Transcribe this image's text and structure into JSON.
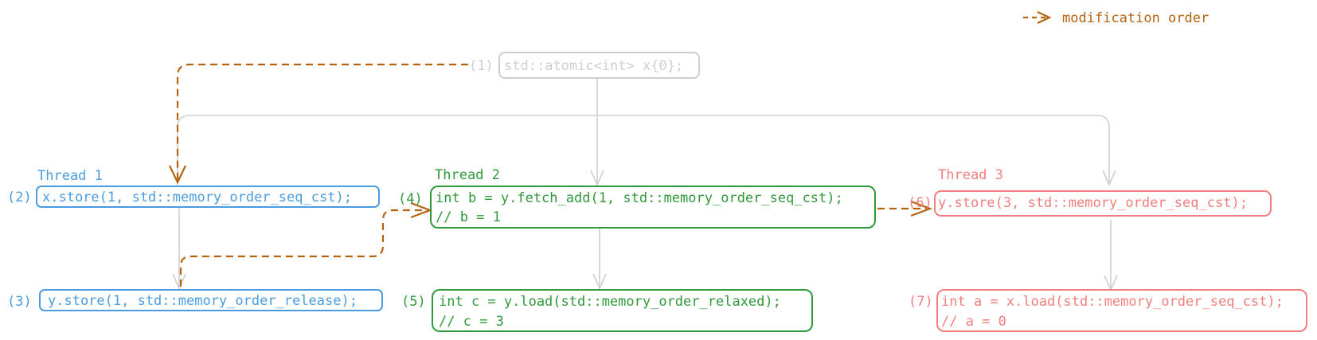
{
  "legend": {
    "label": "modification order"
  },
  "colors": {
    "init": "#cfcfcf",
    "thread1": "#4a9de0",
    "thread2": "#2f9a3a",
    "thread3": "#f27e7e",
    "modification_order": "#b5630e",
    "connector": "#cfcfcf"
  },
  "init": {
    "label": "(1)",
    "code": "std::atomic<int> x{0};"
  },
  "threads": [
    {
      "title": "Thread 1"
    },
    {
      "title": "Thread 2"
    },
    {
      "title": "Thread 3"
    }
  ],
  "operations": [
    {
      "label": "(2)",
      "lines": [
        "x.store(1, std::memory_order_seq_cst);"
      ]
    },
    {
      "label": "(3)",
      "lines": [
        "y.store(1, std::memory_order_release);"
      ]
    },
    {
      "label": "(4)",
      "lines": [
        "int b = y.fetch_add(1, std::memory_order_seq_cst);",
        "// b = 1"
      ]
    },
    {
      "label": "(5)",
      "lines": [
        "int c = y.load(std::memory_order_relaxed);",
        "// c = 3"
      ]
    },
    {
      "label": "(6)",
      "lines": [
        "y.store(3, std::memory_order_seq_cst);"
      ]
    },
    {
      "label": "(7)",
      "lines": [
        "int a = x.load(std::memory_order_seq_cst);",
        "// a = 0"
      ]
    }
  ]
}
